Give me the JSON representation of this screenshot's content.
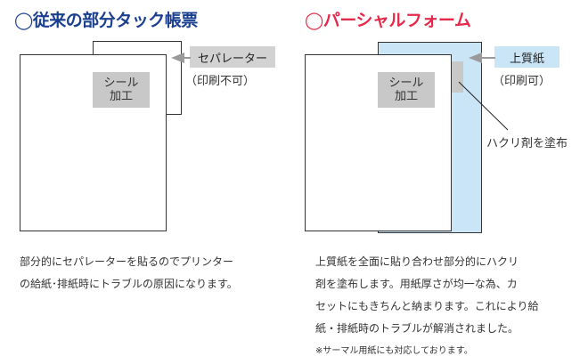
{
  "left": {
    "title": "◯従来の部分タック帳票",
    "seal_line1": "シール",
    "seal_line2": "加工",
    "separator_label": "セパレーター",
    "separator_note": "（印刷不可）",
    "description_line1": "部分的にセパレーターを貼るのでプリンター",
    "description_line2": "の給紙･排紙時にトラブルの原因になります。"
  },
  "right": {
    "title": "◯パーシャルフォーム",
    "seal_line1": "シール",
    "seal_line2": "加工",
    "top_paper_label": "上質紙",
    "top_paper_note": "（印刷可）",
    "release_agent_label": "ハクリ剤を塗布",
    "description_lines": [
      "上質紙を全面に貼り合わせ部分的にハクリ",
      "剤を塗布します。用紙厚さが均一な為、カ",
      "セットにもきちんと納まります。これにより給",
      "紙・排紙時のトラブルが解消されました。"
    ],
    "footnote": "※サーマル用紙にも対応しております。"
  },
  "colors": {
    "left_title": "#1a3f8f",
    "right_title": "#e6294a",
    "seal_gray": "#c8c8c8",
    "separator_gray": "#d2d2d2",
    "top_paper_blue": "#c9e5f6"
  }
}
